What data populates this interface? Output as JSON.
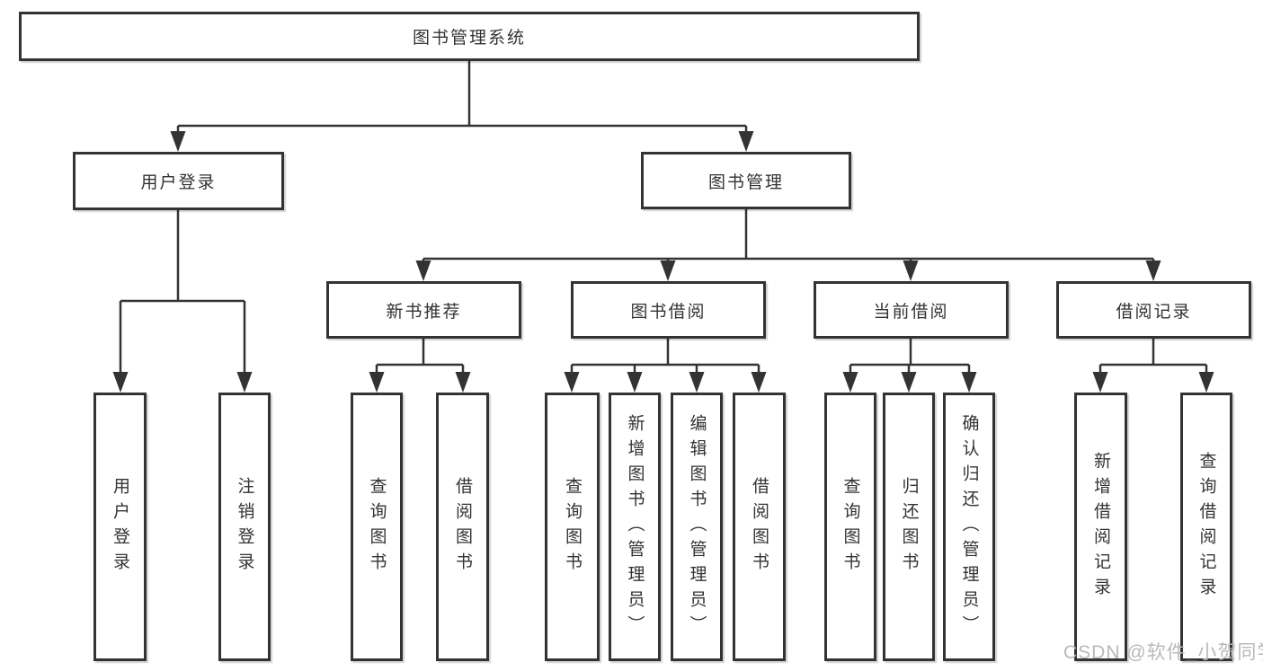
{
  "diagram": {
    "title_box": "图书管理系统",
    "branches": {
      "user_login": {
        "label": "用户登录",
        "children": [
          "用户登录",
          "注销登录"
        ]
      },
      "book_mgmt": {
        "label": "图书管理"
      }
    },
    "book_mgmt_sections": [
      {
        "label": "新书推荐",
        "children": [
          "查询图书",
          "借阅图书"
        ]
      },
      {
        "label": "图书借阅",
        "children": [
          "查询图书",
          "新增图书（管理员）",
          "编辑图书（管理员）",
          "借阅图书"
        ]
      },
      {
        "label": "当前借阅",
        "children": [
          "查询图书",
          "归还图书",
          "确认归还（管理员）"
        ]
      },
      {
        "label": "借阅记录",
        "children": [
          "新增借阅记录",
          "查询借阅记录"
        ]
      }
    ],
    "watermark": "CSDN @软件_小贺同学"
  },
  "colors": {
    "line": "#333333",
    "box_border": "#333333",
    "text": "#333333",
    "watermark": "#b9b9b9",
    "background": "#ffffff"
  }
}
